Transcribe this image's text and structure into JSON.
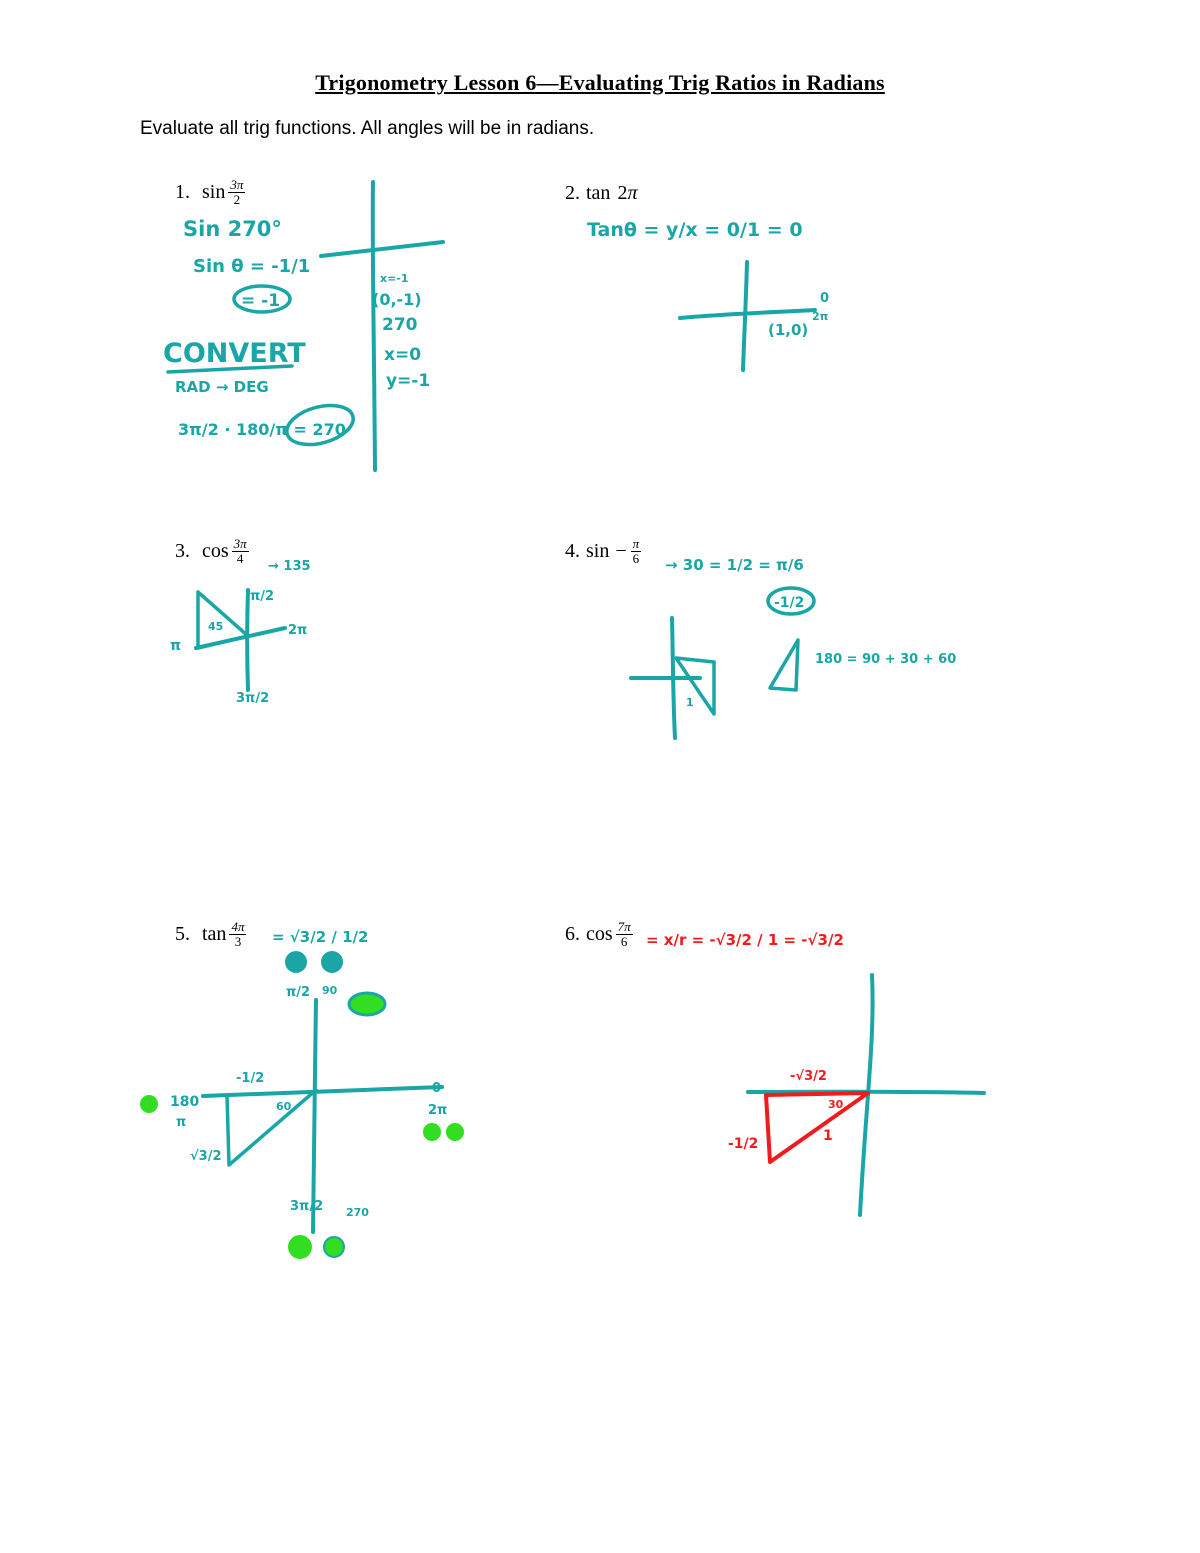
{
  "document": {
    "title": "Trigonometry Lesson 6—Evaluating Trig Ratios in Radians",
    "instructions": "Evaluate all trig functions.  All angles will be in radians."
  },
  "problems": [
    {
      "number": "1.",
      "function": "sin",
      "sign": "",
      "numerator": "3π",
      "denominator": "2"
    },
    {
      "number": "2.",
      "function": "tan",
      "coefficient": "2",
      "symbol": "π"
    },
    {
      "number": "3.",
      "function": "cos",
      "sign": "",
      "numerator": "3π",
      "denominator": "4"
    },
    {
      "number": "4.",
      "function": "sin",
      "sign": "−",
      "numerator": "π",
      "denominator": "6"
    },
    {
      "number": "5.",
      "function": "tan",
      "sign": "",
      "numerator": "4π",
      "denominator": "3"
    },
    {
      "number": "6.",
      "function": "cos",
      "sign": "",
      "numerator": "7π",
      "denominator": "6"
    }
  ],
  "handwriting": {
    "colors": {
      "teal": "#1aa6a6",
      "red": "#ee1c1c",
      "green": "#33dd22"
    },
    "p1": {
      "line1": "Sin 270°",
      "line2": "Sin θ = -1/1",
      "answer": "= -1",
      "convert": "CONVERT",
      "rad_to_deg": "RAD → DEG",
      "calc": "3π/2 · 180/π = 270",
      "point_note": "x=-1",
      "point": "(0,-1)",
      "angle": "270",
      "x_value": "x=0",
      "y_value": "y=-1"
    },
    "p2": {
      "formula": "Tanθ = y/x = 0/1 = 0",
      "point": "(1,0)",
      "angle_top": "0",
      "angle_bottom": "2π"
    },
    "p3": {
      "deg": "→ 135",
      "top": "π/2",
      "left": "π",
      "right": "2π",
      "bottom": "3π/2",
      "angle": "45"
    },
    "p4": {
      "eq": "→ 30 = 1/2 = π/6",
      "answer": "-1/2",
      "triangle_note": "180 = 90 + 30 + 60",
      "hyp": "1"
    },
    "p5": {
      "eq": "= √3/2 / 1/2",
      "top": "π/2",
      "top_deg": "90",
      "left": "180",
      "left_pi": "π",
      "right": "0",
      "right_2pi": "2π",
      "bottom": "3π/2",
      "bottom_deg": "270",
      "x_len": "-1/2",
      "y_len": "√3/2",
      "angle": "60"
    },
    "p6": {
      "eq": "= x/r = -√3/2 / 1 = -√3/2",
      "x_len": "-√3/2",
      "y_len": "-1/2",
      "angle": "30",
      "hyp": "1"
    }
  }
}
